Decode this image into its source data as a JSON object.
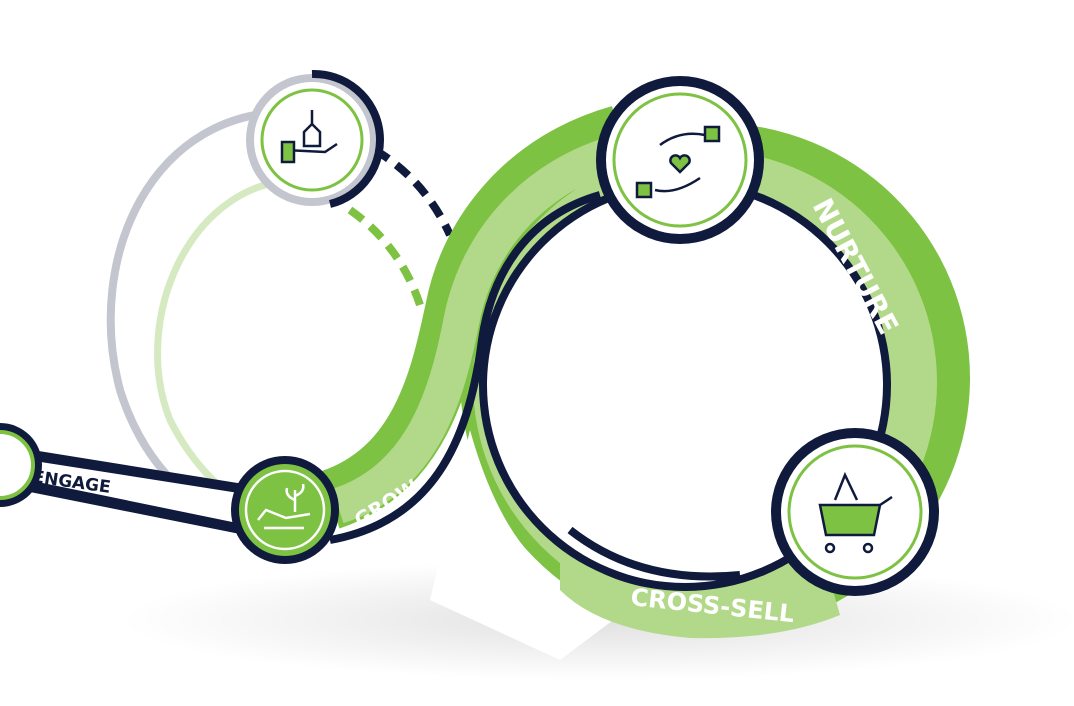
{
  "stages": {
    "engage": "ENGAGE",
    "grow": "GROW",
    "nurture": "NURTURE",
    "cross_sell": "CROSS-SELL"
  },
  "icons": {
    "top_left": "hand-offering-bottle-icon",
    "top": "hands-exchanging-heart-icon",
    "cross_sell": "shopping-cart-icon",
    "grow": "hand-holding-plant-icon"
  },
  "colors": {
    "green": "#7dc242",
    "light_green": "#b2d98a",
    "navy": "#0f1a3c",
    "grey": "#c3c6cf"
  }
}
